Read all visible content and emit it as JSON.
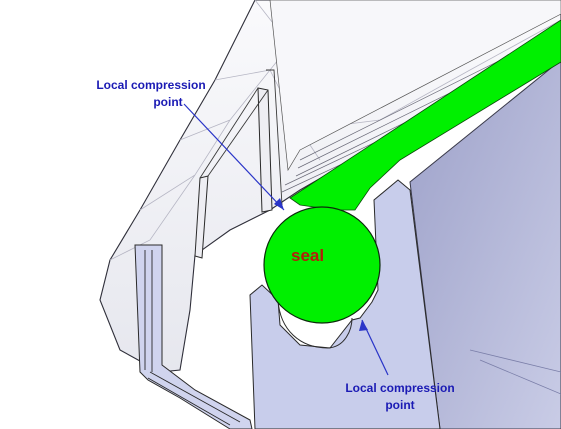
{
  "labels": {
    "seal": "seal",
    "annotation_top": [
      "Local compression",
      "point"
    ],
    "annotation_bottom": [
      "Local compression",
      "point"
    ]
  },
  "colors": {
    "seal_green": "#00f000",
    "seal_text": "#b41e0a",
    "annotation_text": "#1a1ab4",
    "annotation_line": "#2a35c8",
    "housing_fill": "#c8cdeb",
    "housing_dark": "#a7abd3",
    "door_face": "#f2f2f6",
    "outline": "#2a2a2a"
  },
  "icons": {
    "leader_top": "arrow-icon",
    "leader_bottom": "arrow-icon"
  }
}
